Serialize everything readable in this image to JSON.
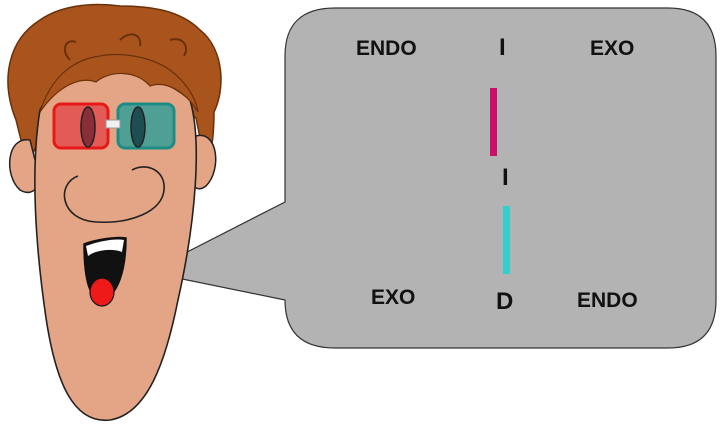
{
  "bubble": {
    "top_left": "ENDO",
    "top_center": "I",
    "top_right": "EXO",
    "middle_center": "I",
    "bottom_left": "EXO",
    "bottom_center": "D",
    "bottom_right": "ENDO"
  },
  "colors": {
    "bubble_fill": "#b3b3b3",
    "skin": "#e3a585",
    "hair": "#a8541c",
    "left_lens": "#e24e4e",
    "right_lens": "#3f9e97",
    "magenta_bar": "#c8106a",
    "cyan_bar": "#36cfcf",
    "tongue": "#ee1a1a"
  },
  "icons": {
    "character": "cartoon-man-with-3d-glasses-icon",
    "glasses": "red-cyan-3d-glasses-icon"
  }
}
